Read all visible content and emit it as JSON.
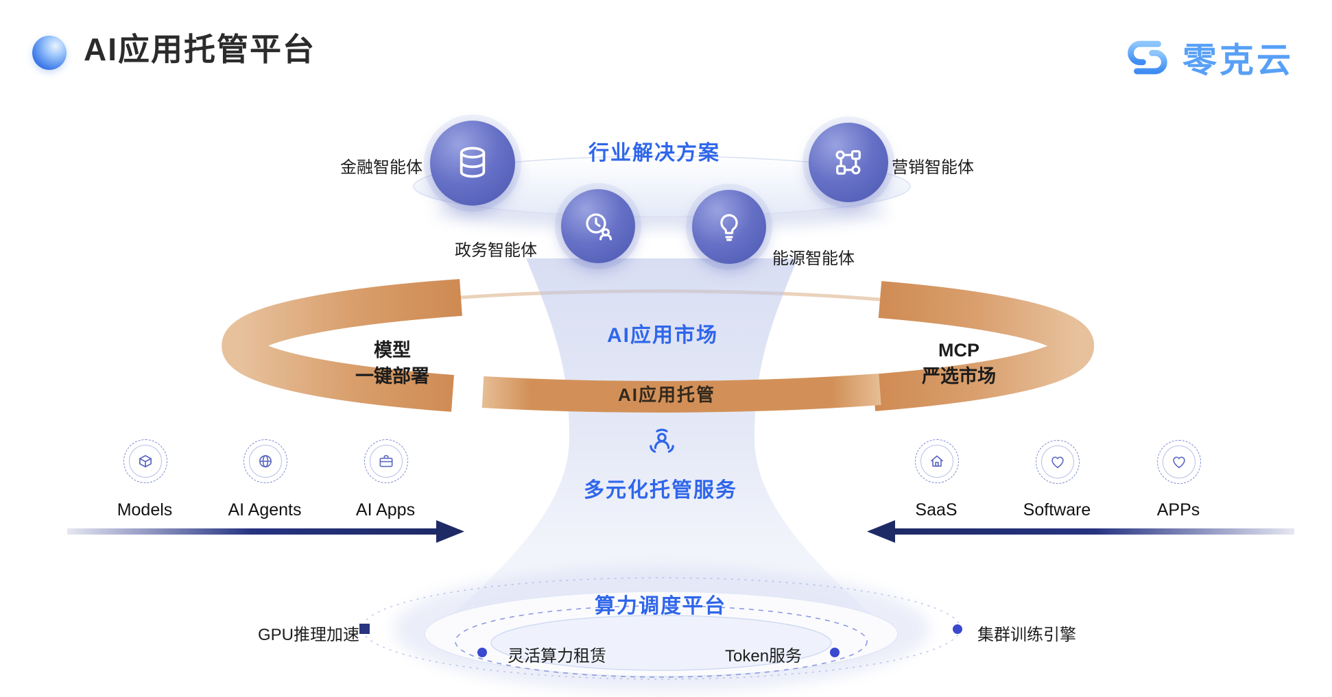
{
  "page": {
    "title": "AI应用托管平台"
  },
  "brand": {
    "name": "零克云"
  },
  "palette": {
    "accent_blue": "#2f66ea",
    "brand_blue": "#58a0f6",
    "indigo_circle": "#5f6ac0",
    "navy_arrow": "#1e2a66",
    "orange_band": "#d29058",
    "text_dark": "#1d1d1d"
  },
  "solutions": {
    "heading": "行业解决方案",
    "items": [
      {
        "label": "金融智能体",
        "icon": "database-icon"
      },
      {
        "label": "政务智能体",
        "icon": "clock-user-icon"
      },
      {
        "label": "能源智能体",
        "icon": "bulb-icon"
      },
      {
        "label": "营销智能体",
        "icon": "org-chart-icon"
      }
    ]
  },
  "market": {
    "app_market": "AI应用市场",
    "app_hosting": "AI应用托管",
    "left_wing": {
      "line1": "模型",
      "line2": "一键部署"
    },
    "right_wing": {
      "line1": "MCP",
      "line2": "严选市场"
    }
  },
  "hosting": {
    "heading": "多元化托管服务",
    "icon": "service-person-icon"
  },
  "left_row": {
    "items": [
      {
        "label": "Models",
        "icon": "cube-icon"
      },
      {
        "label": "AI Agents",
        "icon": "globe-icon"
      },
      {
        "label": "AI Apps",
        "icon": "briefcase-icon"
      }
    ]
  },
  "right_row": {
    "items": [
      {
        "label": "SaaS",
        "icon": "home-icon"
      },
      {
        "label": "Software",
        "icon": "heart-icon"
      },
      {
        "label": "APPs",
        "icon": "heart-icon"
      }
    ]
  },
  "compute": {
    "heading": "算力调度平台",
    "items": [
      {
        "label": "GPU推理加速"
      },
      {
        "label": "灵活算力租赁"
      },
      {
        "label": "Token服务"
      },
      {
        "label": "集群训练引擎"
      }
    ]
  }
}
